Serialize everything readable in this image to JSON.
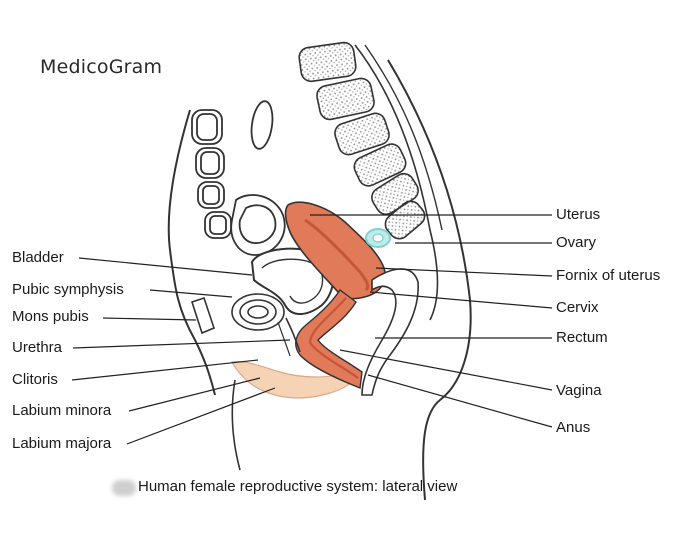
{
  "brand": "MedicoGram",
  "caption": "Human female reproductive system: lateral view",
  "labels_left": [
    {
      "id": "bladder",
      "text": "Bladder"
    },
    {
      "id": "pubic-symphysis",
      "text": "Pubic symphysis"
    },
    {
      "id": "mons-pubis",
      "text": "Mons pubis"
    },
    {
      "id": "urethra",
      "text": "Urethra"
    },
    {
      "id": "clitoris",
      "text": "Clitoris"
    },
    {
      "id": "labium-minora",
      "text": "Labium minora"
    },
    {
      "id": "labium-majora",
      "text": "Labium majora"
    }
  ],
  "labels_right": [
    {
      "id": "uterus",
      "text": "Uterus"
    },
    {
      "id": "ovary",
      "text": "Ovary"
    },
    {
      "id": "fornix",
      "text": "Fornix of uterus"
    },
    {
      "id": "cervix",
      "text": "Cervix"
    },
    {
      "id": "rectum",
      "text": "Rectum"
    },
    {
      "id": "vagina",
      "text": "Vagina"
    },
    {
      "id": "anus",
      "text": "Anus"
    }
  ],
  "colors": {
    "outline": "#333333",
    "uterus": "#e07a58",
    "uterus_inner": "#c8553a",
    "skin": "#f6d3b4",
    "ovary": "#7fd0d2",
    "bone_texture": "#9a9a9a"
  }
}
